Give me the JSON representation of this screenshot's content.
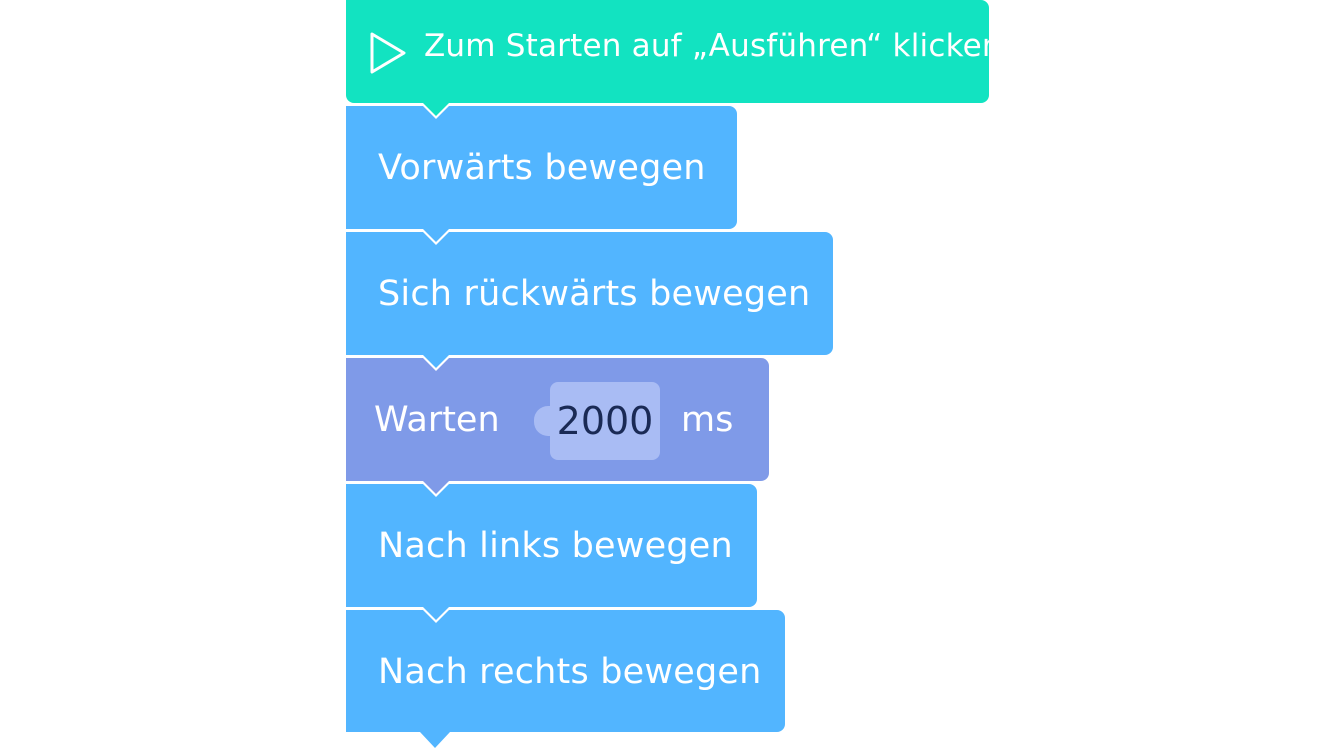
{
  "blocks": {
    "start": {
      "label": "Zum Starten auf „Ausführen“ klicken",
      "icon": "play-icon",
      "color": "#12e3c1"
    },
    "forward": {
      "label": "Vorwärts bewegen",
      "color": "#52b5ff"
    },
    "backward": {
      "label": "Sich rückwärts bewegen",
      "color": "#52b5ff"
    },
    "wait": {
      "label": "Warten",
      "value": "2000",
      "unit": "ms",
      "color": "#7f9ae8",
      "input_color": "#a9bcf4"
    },
    "left": {
      "label": "Nach links bewegen",
      "color": "#52b5ff"
    },
    "right": {
      "label": "Nach rechts bewegen",
      "color": "#52b5ff"
    }
  }
}
